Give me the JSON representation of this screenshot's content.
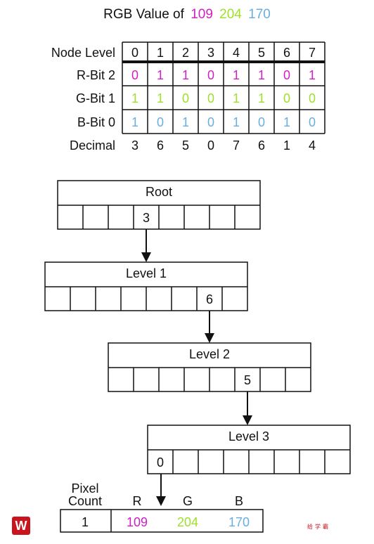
{
  "title": {
    "prefix": "RGB Value of",
    "r": "109",
    "g": "204",
    "b": "170"
  },
  "colors": {
    "red": "#d21fc4",
    "green": "#9ee02a",
    "blue": "#6aaee0",
    "line": "#111111"
  },
  "table": {
    "header_label": "Node Level",
    "levels": [
      "0",
      "1",
      "2",
      "3",
      "4",
      "5",
      "6",
      "7"
    ],
    "rows": [
      {
        "label": "R-Bit 2",
        "color": "red",
        "bits": [
          "0",
          "1",
          "1",
          "0",
          "1",
          "1",
          "0",
          "1"
        ]
      },
      {
        "label": "G-Bit 1",
        "color": "green",
        "bits": [
          "1",
          "1",
          "0",
          "0",
          "1",
          "1",
          "0",
          "0"
        ]
      },
      {
        "label": "B-Bit 0",
        "color": "blue",
        "bits": [
          "1",
          "0",
          "1",
          "0",
          "1",
          "0",
          "1",
          "0"
        ]
      }
    ],
    "decimal_label": "Decimal",
    "decimals": [
      "3",
      "6",
      "5",
      "0",
      "7",
      "6",
      "1",
      "4"
    ]
  },
  "tree": [
    {
      "label": "Root",
      "slots": 8,
      "active_index": 3,
      "active_value": "3"
    },
    {
      "label": "Level 1",
      "slots": 8,
      "active_index": 6,
      "active_value": "6"
    },
    {
      "label": "Level 2",
      "slots": 8,
      "active_index": 5,
      "active_value": "5"
    },
    {
      "label": "Level 3",
      "slots": 8,
      "active_index": 0,
      "active_value": "0"
    }
  ],
  "leaf": {
    "count_label_line1": "Pixel",
    "count_label_line2": "Count",
    "count_value": "1",
    "r_label": "R",
    "g_label": "G",
    "b_label": "B",
    "r_value": "109",
    "g_value": "204",
    "b_value": "170"
  },
  "footer": {
    "logo_text": "W",
    "brand_text": "给学霸"
  }
}
